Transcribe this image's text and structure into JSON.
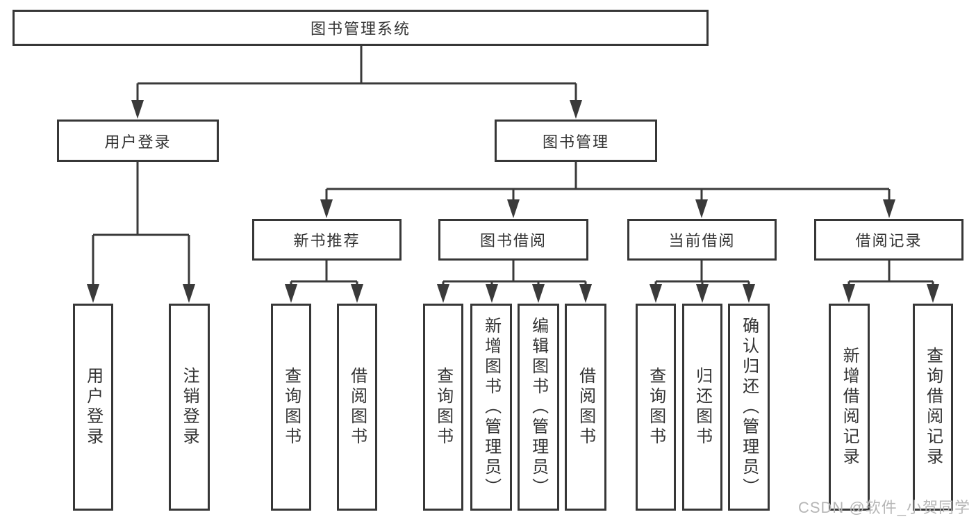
{
  "diagram": {
    "type": "tree",
    "background": "#ffffff",
    "line_color": "#3a3a3a",
    "box_border_color": "#373737",
    "text_color": "#333333",
    "watermark": "CSDN @软件_小贺同学",
    "watermark_color": "#b6b6b6"
  },
  "tree": {
    "root": {
      "label": "图书管理系统",
      "children": [
        {
          "label": "用户登录",
          "children": [
            {
              "label": "用户登录"
            },
            {
              "label": "注销登录"
            }
          ]
        },
        {
          "label": "图书管理",
          "children": [
            {
              "label": "新书推荐",
              "children": [
                {
                  "label": "查询图书"
                },
                {
                  "label": "借阅图书"
                }
              ]
            },
            {
              "label": "图书借阅",
              "children": [
                {
                  "label": "查询图书"
                },
                {
                  "label": "新增图书（管理员）"
                },
                {
                  "label": "编辑图书（管理员）"
                },
                {
                  "label": "借阅图书"
                }
              ]
            },
            {
              "label": "当前借阅",
              "children": [
                {
                  "label": "查询图书"
                },
                {
                  "label": "归还图书"
                },
                {
                  "label": "确认归还（管理员）"
                }
              ]
            },
            {
              "label": "借阅记录",
              "children": [
                {
                  "label": "新增借阅记录"
                },
                {
                  "label": "查询借阅记录"
                }
              ]
            }
          ]
        }
      ]
    }
  }
}
